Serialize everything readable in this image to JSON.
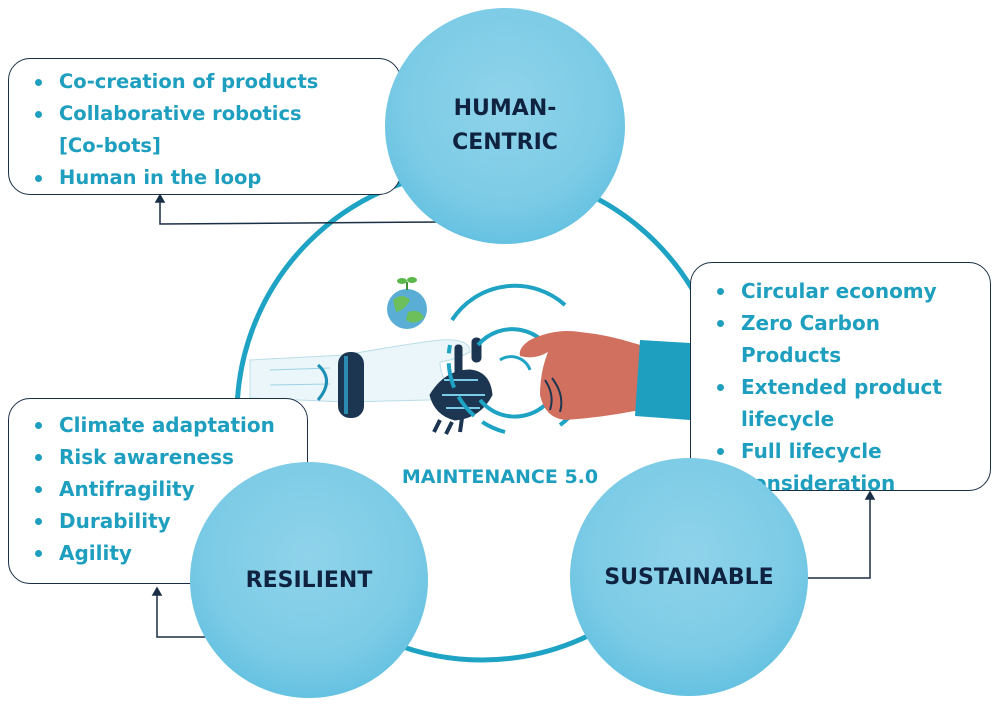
{
  "center": {
    "label": "MAINTENANCE 5.0"
  },
  "pillars": {
    "human_centric": "HUMAN-CENTRIC",
    "resilient": "RESILIENT",
    "sustainable": "SUSTAINABLE"
  },
  "lists": {
    "human_centric": [
      "Co-creation of products",
      "Collaborative robotics [Co-bots]",
      "Human in the loop"
    ],
    "sustainable": [
      "Circular economy",
      "Zero Carbon Products",
      "Extended product lifecycle",
      "Full lifecycle consideration"
    ],
    "resilient": [
      "Climate adaptation",
      "Risk awareness",
      "Antifragility",
      "Durability",
      "Agility"
    ]
  },
  "colors": {
    "accent": "#1e9fbf",
    "pillar_fill": "#7ccbe6",
    "pillar_text": "#0f2340",
    "ring": "#1ea3c4",
    "box_border": "#1a2f45",
    "human_hand": "#d2705f",
    "robot_hand": "#1c3550"
  },
  "icons": {
    "earth": "earth-plant-icon",
    "handshake": "robot-human-hands-illustration",
    "signal": "concentric-arcs-icon"
  }
}
